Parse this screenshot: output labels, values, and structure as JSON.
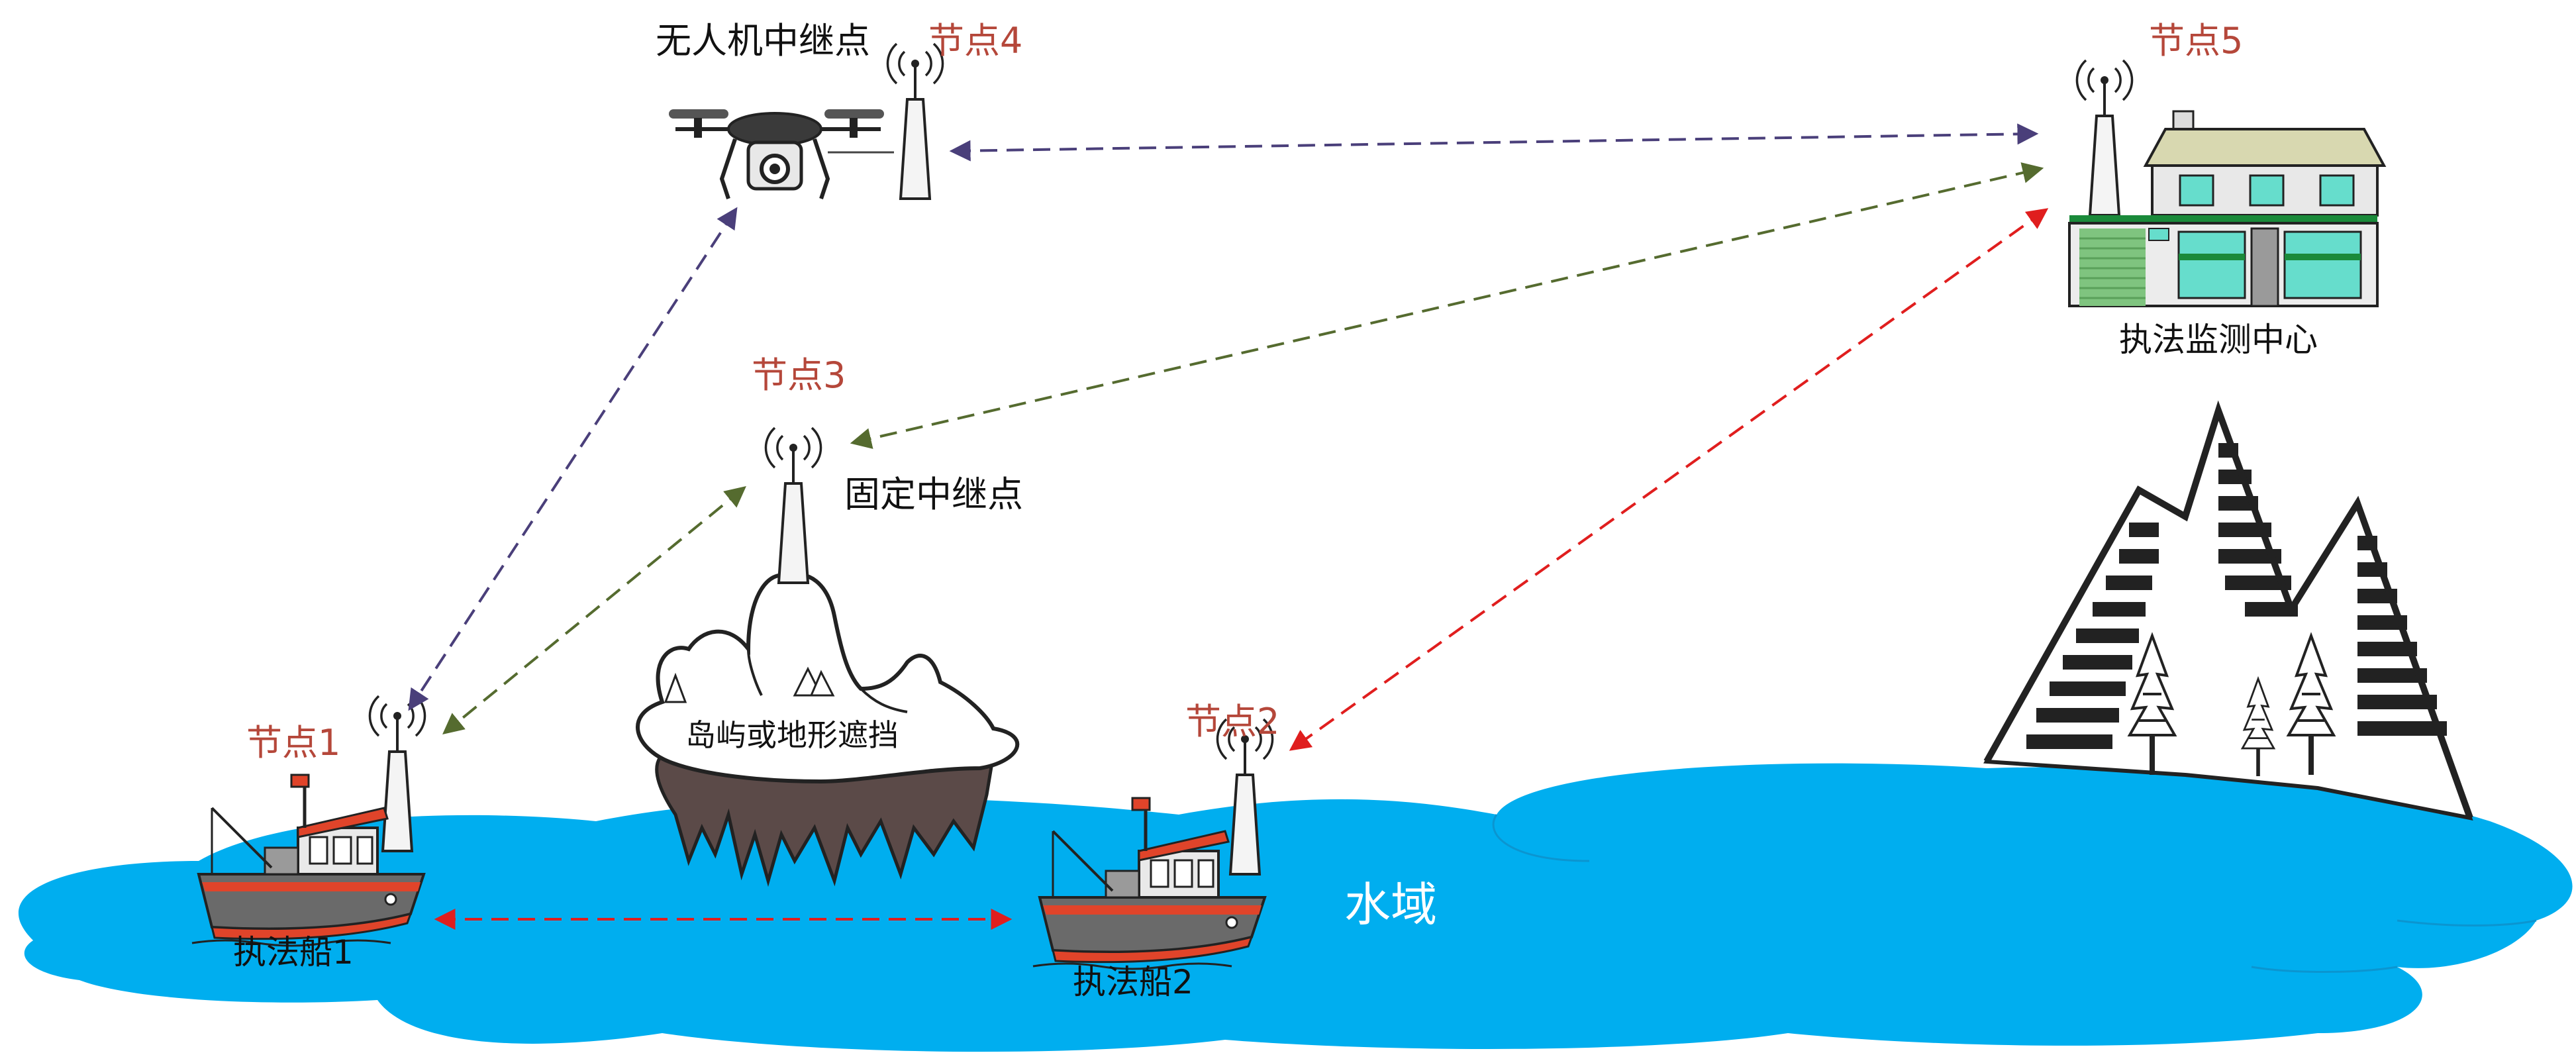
{
  "nodes": {
    "drone": {
      "name": "无人机中继点",
      "tag": "节点4"
    },
    "relay": {
      "name": "固定中继点",
      "tag": "节点3"
    },
    "center": {
      "name": "执法监测中心",
      "tag": "节点5"
    },
    "boat1": {
      "name": "执法船1",
      "tag": "节点1"
    },
    "boat2": {
      "name": "执法船2",
      "tag": "节点2"
    }
  },
  "island_label": "岛屿或地形遮挡",
  "water_label": "水域",
  "colors": {
    "node_tag": "#b5473a",
    "water": "#00aeef",
    "link_drone": "#4a3f7a",
    "link_relay": "#556b2f",
    "link_boat": "#e01e1e",
    "island_top": "#ffffff",
    "island_rock": "#5b4a48",
    "boat_hull": "#6a6a6a",
    "boat_stripe": "#e0442a"
  },
  "icons": [
    "antenna-tower-icon",
    "drone-icon",
    "building-icon",
    "ship-icon",
    "mountain-icon",
    "tree-icon",
    "island-icon"
  ]
}
